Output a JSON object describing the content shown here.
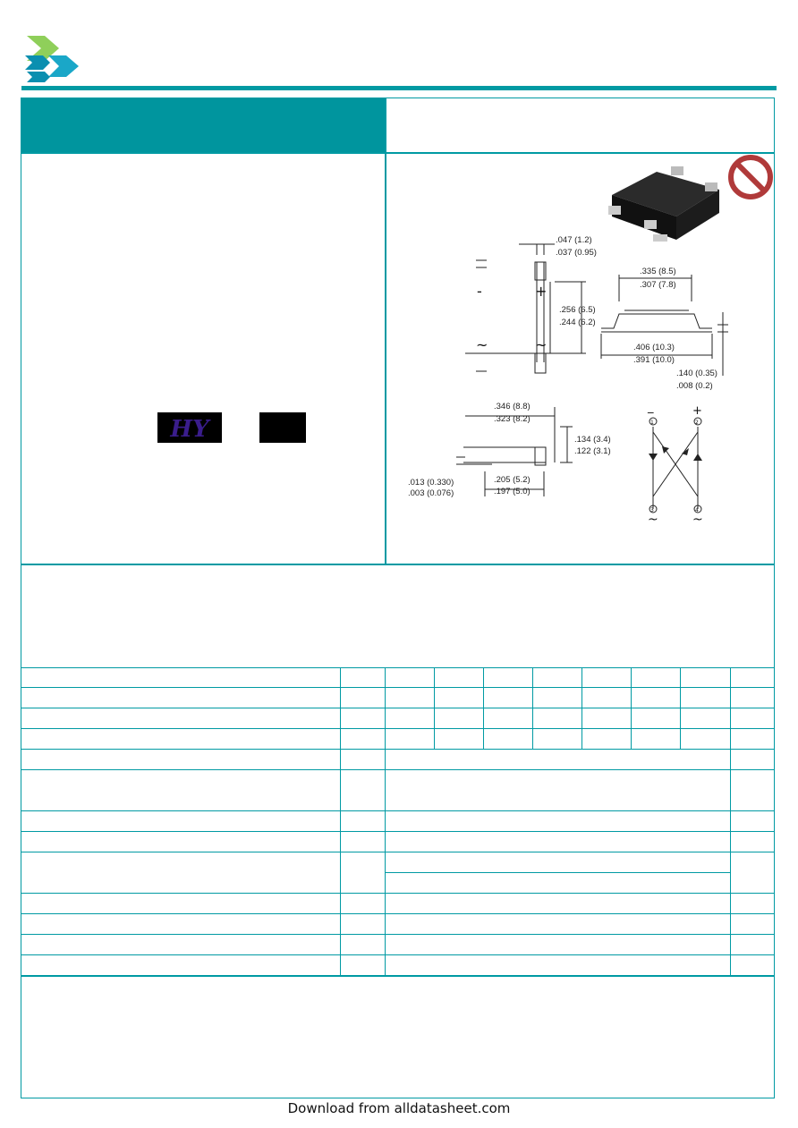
{
  "brand": {
    "logo_icon": "chevron-arrows-logo",
    "accent_color": "#009aa3"
  },
  "drawing": {
    "dims": {
      "lead_w_max": ".047 (1.2)",
      "lead_w_min": ".037 (0.95)",
      "body_w_max": ".335 (8.5)",
      "body_w_min": ".307 (7.8)",
      "body_h_max": ".256 (6.5)",
      "body_h_min": ".244 (6.2)",
      "overall_max": ".406 (10.3)",
      "overall_min": ".391 (10.0)",
      "lead_t_max": ".140 (0.35)",
      "lead_t_min": ".008 (0.2)",
      "len_max": ".346 (8.8)",
      "len_min": ".323 (8.2)",
      "height_max": ".134 (3.4)",
      "height_min": ".122 (3.1)",
      "stand_max": ".013 (0.330)",
      "stand_min": ".003 (0.076)",
      "pitch_max": ".205 (5.2)",
      "pitch_min": ".197 (5.0)"
    },
    "pins": {
      "minus": "-",
      "plus": "+",
      "ac": "~",
      "schematic_minus": "_",
      "schematic_plus": "+"
    },
    "pin_numbers": [
      "1",
      "2",
      "3",
      "4"
    ]
  },
  "badge": {
    "icon": "prohibited-icon",
    "color": "#b03a3a"
  },
  "footer": {
    "text": "Download from alldatasheet.com"
  }
}
